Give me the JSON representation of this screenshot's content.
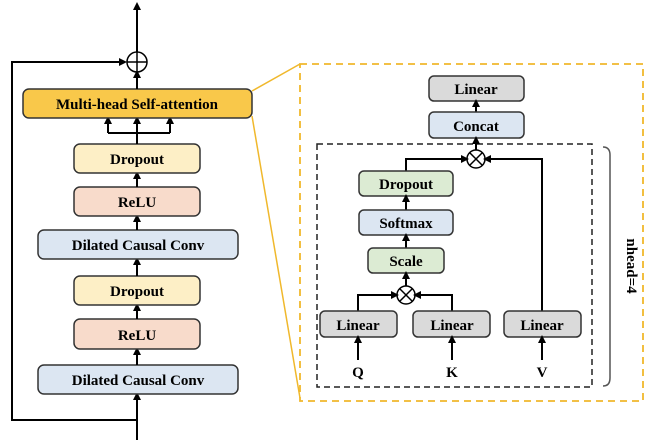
{
  "colors": {
    "attention": "#f9c84a",
    "dropout": "#fdefc6",
    "relu": "#f8dbcb",
    "conv": "#dce6f2",
    "linear": "#dadada",
    "concat": "#dce6f2",
    "softmax": "#dce6f2",
    "scale": "#dcebd3",
    "inner_dropout": "#dcebd3",
    "zoom_border": "#f0b82c",
    "stroke": "#333333"
  },
  "left_stack": {
    "attention": "Multi-head Self-attention",
    "dropout_top": "Dropout",
    "relu_top": "ReLU",
    "conv_top": "Dilated Causal Conv",
    "dropout_bottom": "Dropout",
    "relu_bottom": "ReLU",
    "conv_bottom": "Dilated Causal Conv"
  },
  "attention_detail": {
    "linear_out": "Linear",
    "concat": "Concat",
    "dropout": "Dropout",
    "softmax": "Softmax",
    "scale": "Scale",
    "linear_q": "Linear",
    "linear_k": "Linear",
    "linear_v": "Linear",
    "input_q": "Q",
    "input_k": "K",
    "input_v": "V",
    "heads_label": "nhead=4"
  }
}
